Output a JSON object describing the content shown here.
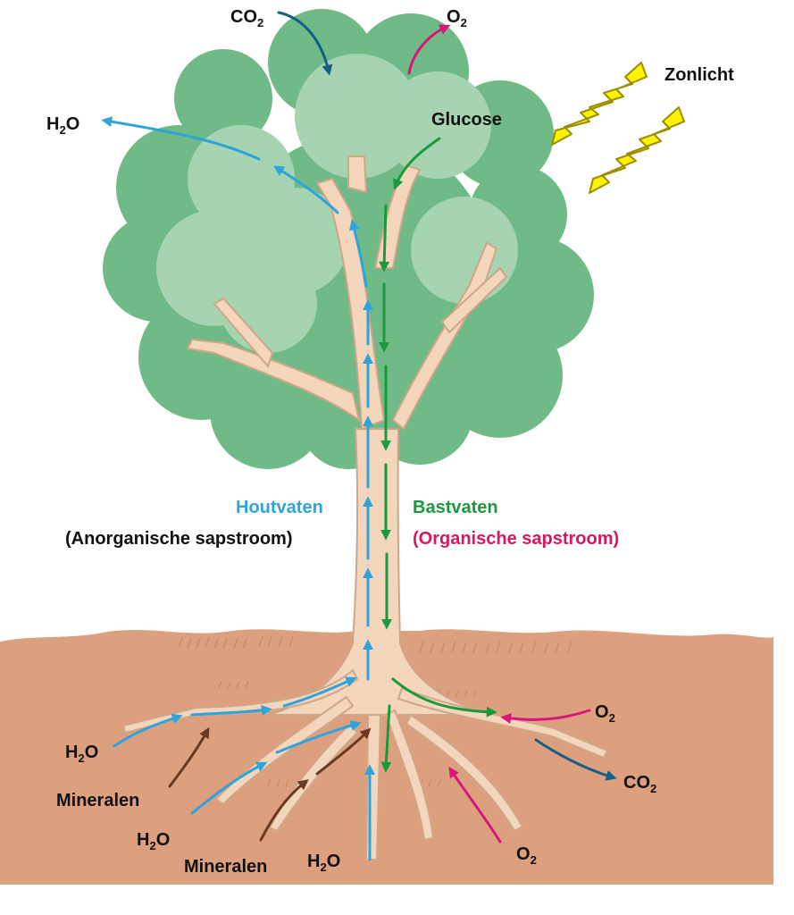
{
  "colors": {
    "xylem": "#2fa3dc",
    "phloem": "#1a9a3c",
    "organic_text": "#d6185f",
    "oxygen_arrow": "#d6187a",
    "co2_arrow": "#135f86",
    "minerals_arrow": "#6b3a22",
    "soil": "#dda07f",
    "trunk": "#f3d6bc",
    "leaf_dark": "#6fba86",
    "leaf_light": "#a6d4b0",
    "sun": "#fff200"
  },
  "icons": {
    "sun": "zigzag-lightning-icon"
  },
  "labels": {
    "co2_top": {
      "main": "CO",
      "sub": "2"
    },
    "o2_top": {
      "main": "O",
      "sub": "2"
    },
    "sunlight": "Zonlicht",
    "h2o_leaf": {
      "main": "H",
      "sub": "2",
      "tail": "O"
    },
    "glucose": "Glucose",
    "xylem_title": "Houtvaten",
    "xylem_desc": "(Anorganische sapstroom)",
    "phloem_title": "Bastvaten",
    "phloem_desc": "(Organische sapstroom)",
    "o2_root_right": {
      "main": "O",
      "sub": "2"
    },
    "co2_root_right": {
      "main": "CO",
      "sub": "2"
    },
    "h2o_left": {
      "main": "H",
      "sub": "2",
      "tail": "O"
    },
    "minerals_left": "Mineralen",
    "h2o_mid": {
      "main": "H",
      "sub": "2",
      "tail": "O"
    },
    "minerals_bottom": "Mineralen",
    "h2o_bottom": {
      "main": "H",
      "sub": "2",
      "tail": "O"
    },
    "o2_bottom_right": {
      "main": "O",
      "sub": "2"
    }
  }
}
